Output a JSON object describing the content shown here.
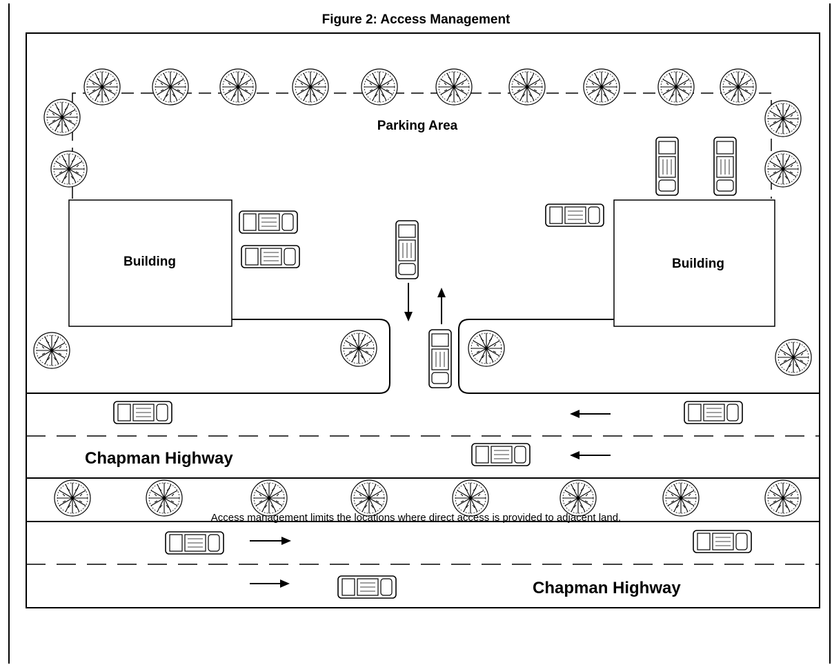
{
  "figure": {
    "title": "Figure 2: Access Management",
    "caption": "Access management limits the locations where direct access is provided to adjacent land."
  },
  "labels": {
    "parking_area": "Parking Area",
    "building_left": "Building",
    "building_right": "Building",
    "highway_upper": "Chapman Highway",
    "highway_lower": "Chapman Highway"
  },
  "colors": {
    "line": "#000000",
    "background": "#ffffff"
  }
}
